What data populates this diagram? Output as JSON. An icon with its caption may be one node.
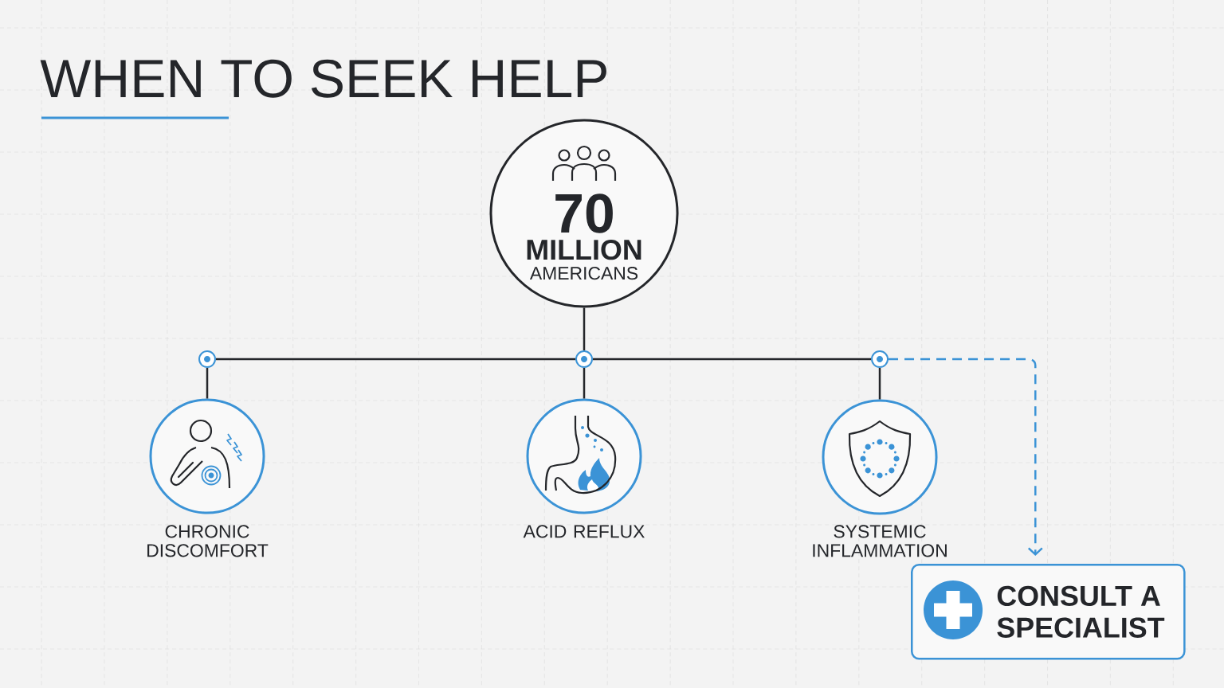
{
  "diagram": {
    "title": "WHEN TO SEEK HELP",
    "nodes": [
      {
        "text": [
          "70",
          "MILLION",
          "AMERICANS"
        ]
      },
      {
        "text": [],
        "shape": "circle"
      },
      {
        "text": [],
        "shape": "circle"
      },
      {
        "text": [],
        "shape": "circle"
      },
      {
        "text": [
          "CHRONIC DISCOMFORT"
        ]
      },
      {
        "text": [
          "ACID REFLUX"
        ]
      },
      {
        "text": [
          "SYSTEMIC INFLAMMATION"
        ]
      },
      {
        "text": [
          "CONSULT A SPECIALIST"
        ]
      }
    ],
    "edges": [
      {
        "from": 0,
        "to": 2,
        "arrow": "none"
      },
      {
        "from": 2,
        "to": 1,
        "arrow": "none"
      },
      {
        "from": 2,
        "to": 3,
        "arrow": "none"
      },
      {
        "from": 1,
        "to": 4,
        "arrow": "none"
      },
      {
        "from": 2,
        "to": 5,
        "arrow": "none"
      },
      {
        "from": 3,
        "to": 6,
        "arrow": "none"
      },
      {
        "from": 3,
        "to": 7,
        "arrow": "to",
        "style": "dashed",
        "color": "#3b93d6"
      }
    ]
  }
}
